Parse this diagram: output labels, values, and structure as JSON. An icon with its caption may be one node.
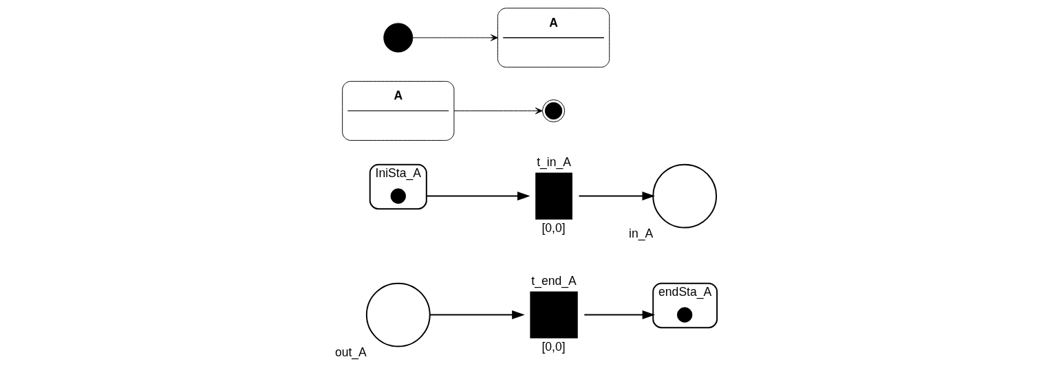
{
  "diagram": {
    "nodes": [
      {
        "text": [],
        "shape": "circle"
      },
      {
        "text": [
          "A"
        ]
      },
      {
        "text": [
          "A"
        ]
      },
      {
        "text": [],
        "shape": "circle"
      },
      {
        "text": [
          "IniSta_A"
        ]
      },
      {
        "text": [],
        "shape": "circle",
        "in": 4
      },
      {
        "text": [
          "t_in_A"
        ],
        "beside": [
          "[0,0]"
        ]
      },
      {
        "text": [
          "in_A"
        ]
      },
      {
        "text": [
          "out_A"
        ]
      },
      {
        "text": [
          "t_end_A"
        ],
        "beside": [
          "[0,0]"
        ]
      },
      {
        "text": [
          "endSta_A"
        ]
      },
      {
        "text": [],
        "shape": "circle",
        "in": 10
      }
    ],
    "edges": [
      {
        "from": 0,
        "to": 1,
        "arrow": "to"
      },
      {
        "from": 2,
        "to": 3,
        "arrow": "to"
      },
      {
        "from": 4,
        "to": 6,
        "arrow": "to"
      },
      {
        "from": 6,
        "to": 7,
        "arrow": "to"
      },
      {
        "from": 8,
        "to": 9,
        "arrow": "to"
      },
      {
        "from": 9,
        "to": 10,
        "arrow": "to"
      }
    ]
  }
}
